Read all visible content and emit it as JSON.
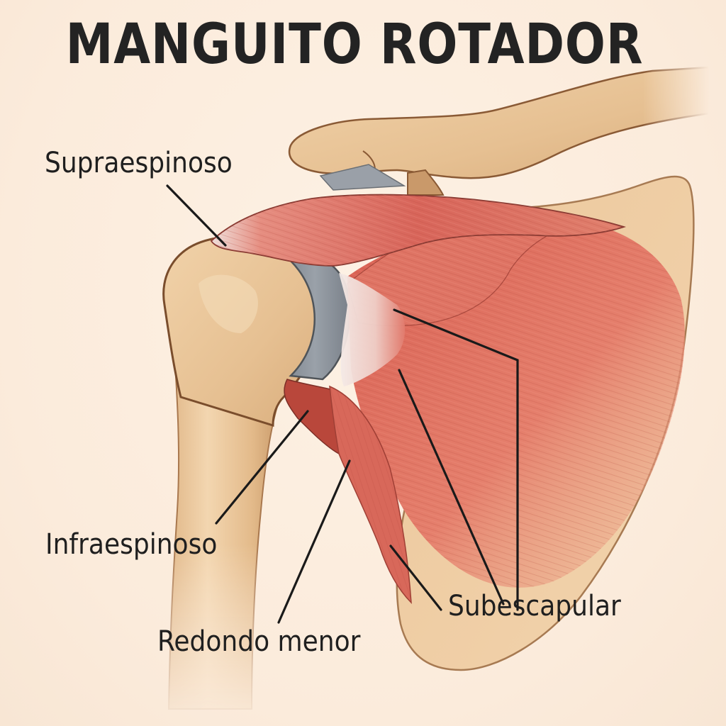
{
  "title": "MANGUITO ROTADOR",
  "labels": {
    "supraespinoso": "Supraespinoso",
    "infraespinoso": "Infraespinoso",
    "redondo_menor": "Redondo menor",
    "subescapular": "Subescapular"
  },
  "colors": {
    "background": "#fbeee0",
    "text": "#232323",
    "bone": "#e9c497",
    "bone_outline": "#8a5a35",
    "muscle": "#d9665a",
    "muscle_dark": "#b8483d",
    "cartilage": "#8e959e",
    "tendon": "#f1e4e0",
    "leader_line": "#1a1a1a"
  }
}
